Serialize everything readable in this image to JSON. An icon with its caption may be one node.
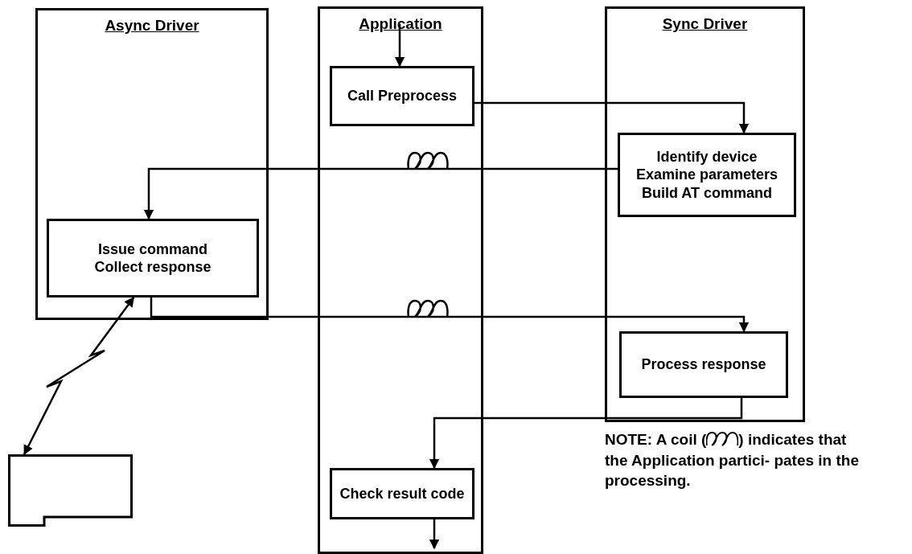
{
  "diagram": {
    "nodes": [
      {
        "text": [
          "Async Driver"
        ]
      },
      {
        "text": [
          "Application"
        ]
      },
      {
        "text": [
          "Sync Driver"
        ]
      },
      {
        "text": [
          "Call Preprocess"
        ],
        "in": 1
      },
      {
        "text": [
          "Identify device",
          "Examine parameters",
          "Build AT command"
        ],
        "in": 2
      },
      {
        "text": [
          "Issue command",
          "Collect response"
        ],
        "in": 0
      },
      {
        "text": [
          "Process response"
        ],
        "in": 2
      },
      {
        "text": [
          "Check result code"
        ],
        "in": 1
      },
      {
        "text": [],
        "shape": "box"
      }
    ],
    "edges": [
      {
        "from": null,
        "to": 3,
        "arrow": "to"
      },
      {
        "from": 3,
        "to": 4,
        "arrow": "to"
      },
      {
        "from": 4,
        "to": 5,
        "arrow": "to"
      },
      {
        "from": 5,
        "to": 6,
        "arrow": "to"
      },
      {
        "from": 6,
        "to": 7,
        "arrow": "to"
      },
      {
        "from": 7,
        "to": null,
        "arrow": "to"
      },
      {
        "from": 5,
        "to": 8,
        "arrow": "both"
      }
    ],
    "labels": [
      "NOTE: A coil (",
      ") indicates that the Application partici- pates in the processing."
    ]
  }
}
